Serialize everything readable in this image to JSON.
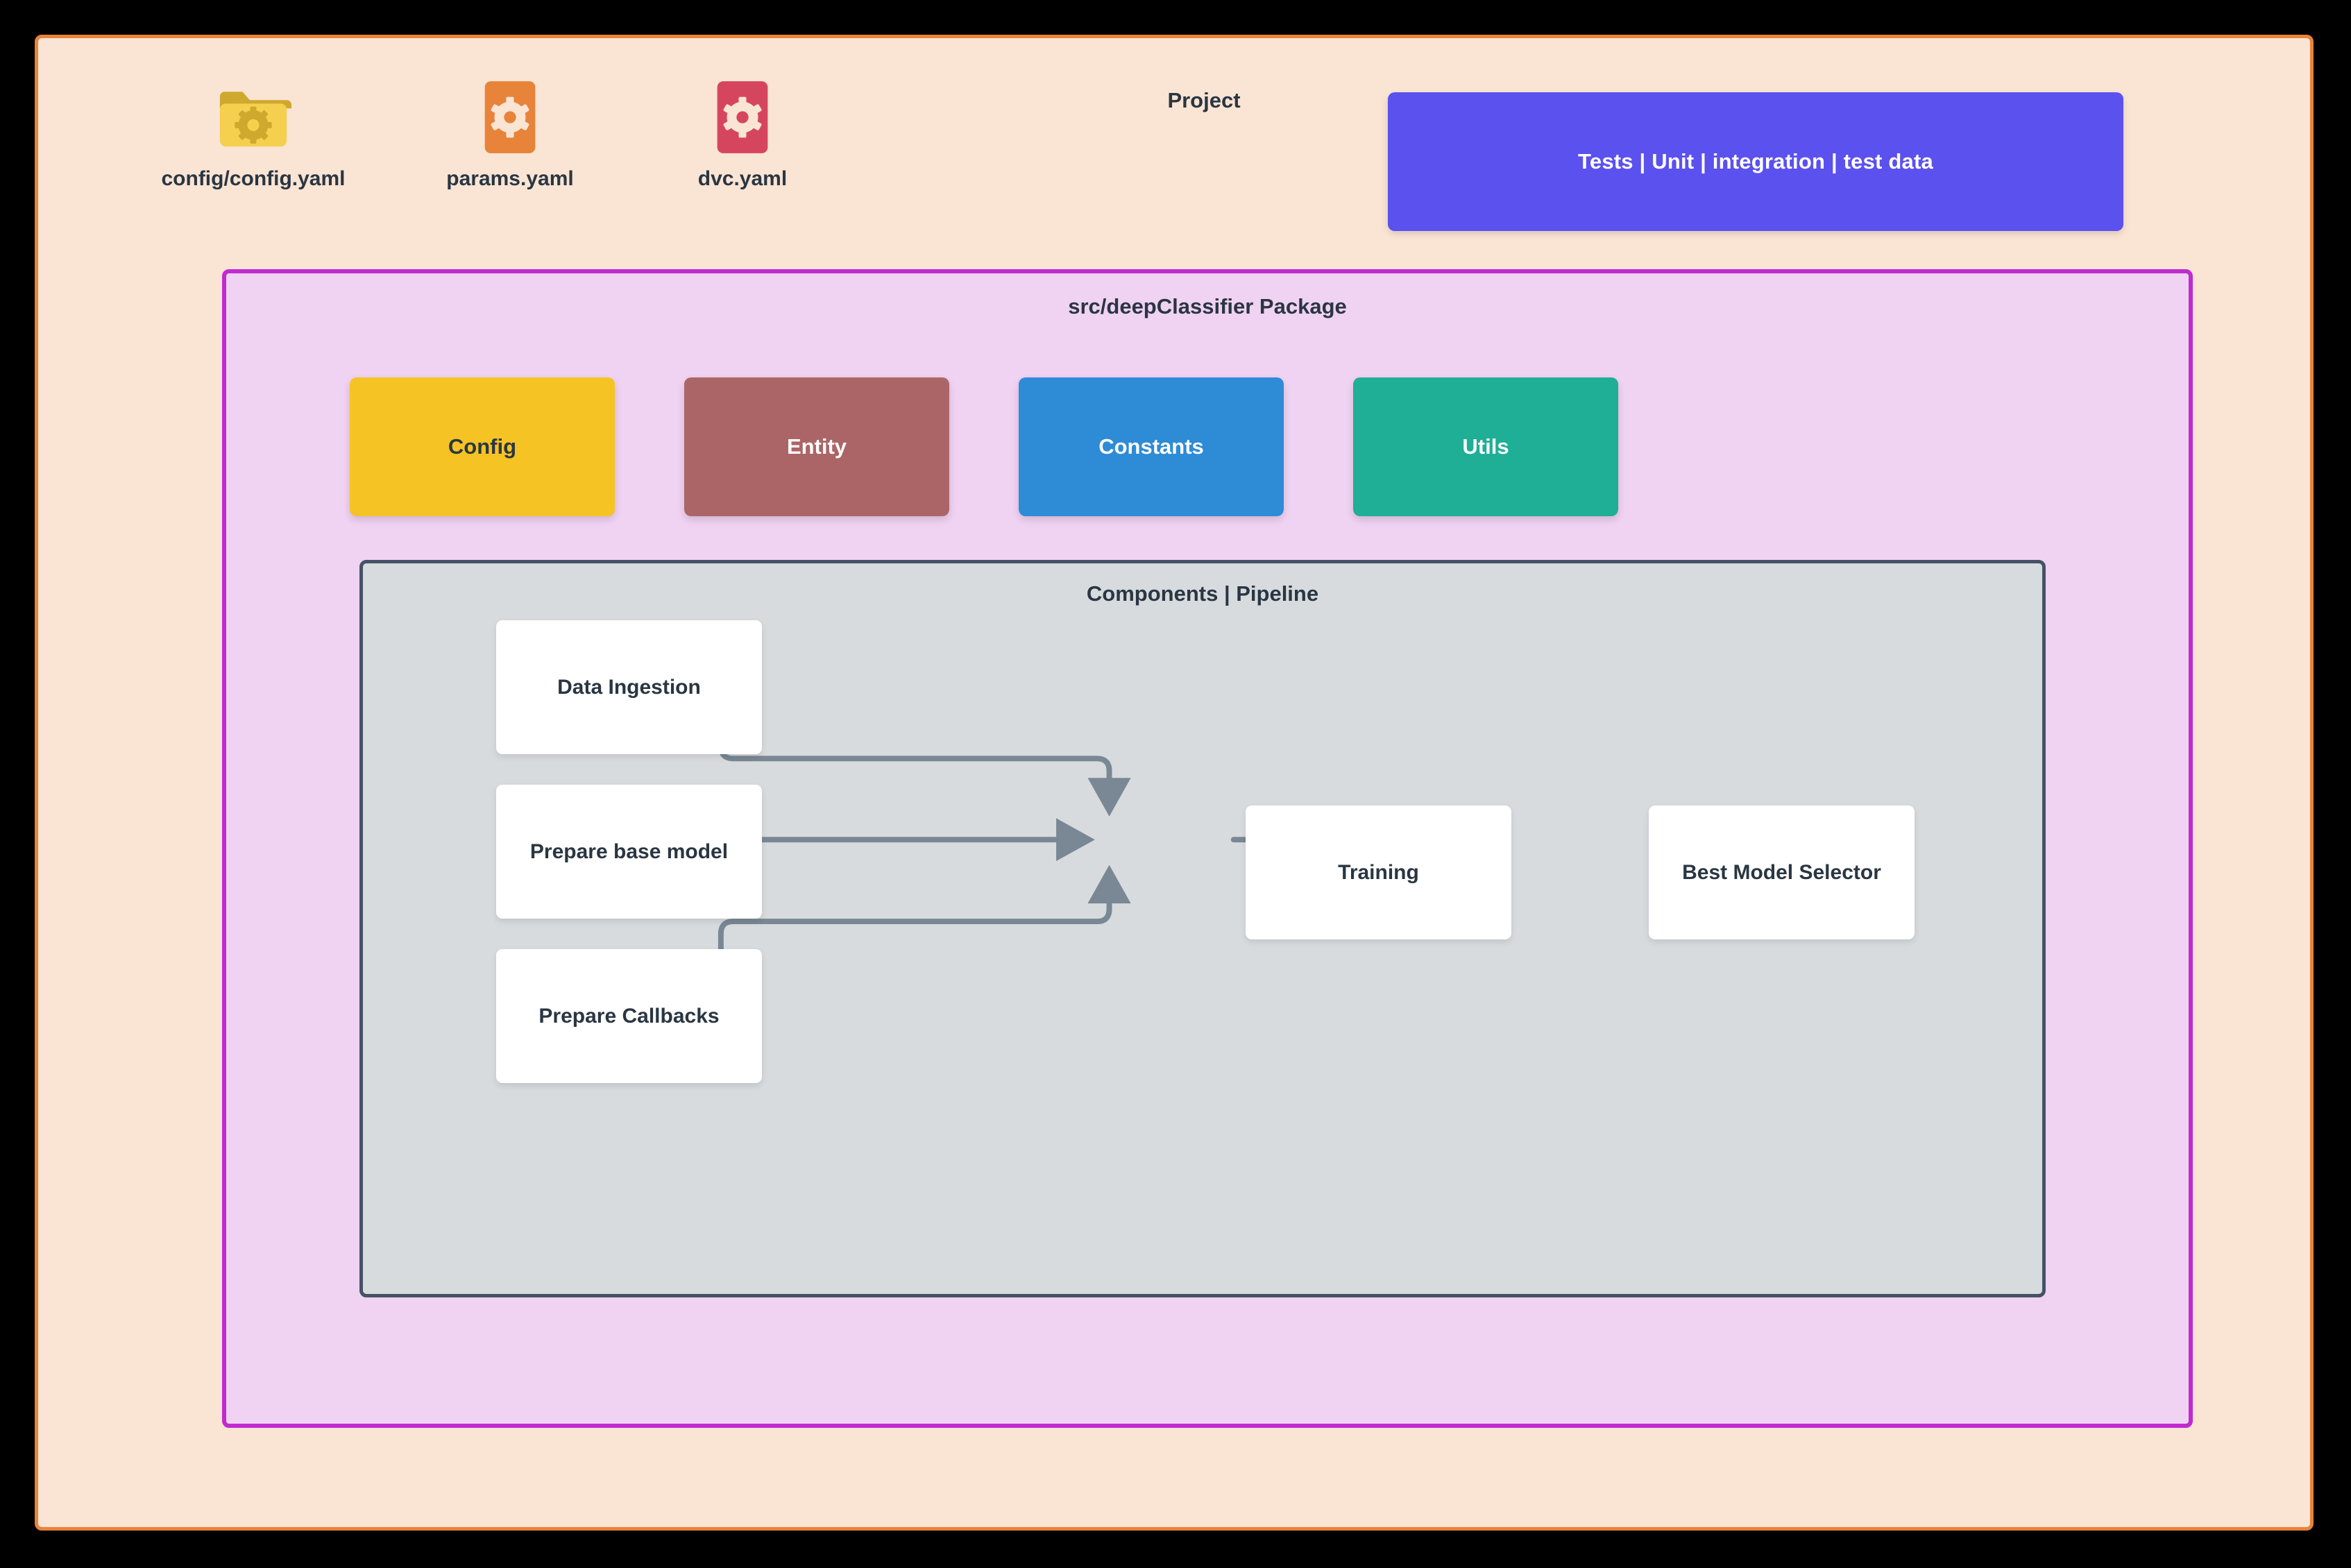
{
  "page": {
    "title": "Project",
    "canvas_bg": "#FAE4D4",
    "canvas_border": "#E8833A"
  },
  "files": [
    {
      "label": "config/config.yaml",
      "icon": "folder-gear-icon",
      "color": "#F5D04E"
    },
    {
      "label": "params.yaml",
      "icon": "file-gear-icon",
      "color": "#E8833A"
    },
    {
      "label": "dvc.yaml",
      "icon": "file-gear-icon",
      "color": "#D6455E"
    }
  ],
  "tests": {
    "label": "Tests | Unit | integration | test data",
    "color": "#5B51EE"
  },
  "package": {
    "title": "src/deepClassifier Package",
    "bg": "#F0D2F2",
    "border": "#C02BD0",
    "modules": [
      {
        "label": "Config",
        "color": "#F6C324",
        "text_color": "#2A3642"
      },
      {
        "label": "Entity",
        "color": "#AC6566",
        "text_color": "#FFFFFF"
      },
      {
        "label": "Constants",
        "color": "#2E8BD6",
        "text_color": "#FFFFFF"
      },
      {
        "label": "Utils",
        "color": "#1FAE96",
        "text_color": "#FFFFFF"
      }
    ]
  },
  "pipeline": {
    "title": "Components | Pipeline",
    "bg": "#D7DBDE",
    "border": "#455265",
    "arrow_color": "#7A8794",
    "nodes": [
      {
        "label": "Data Ingestion"
      },
      {
        "label": "Prepare base model"
      },
      {
        "label": "Training"
      },
      {
        "label": "Best Model Selector"
      },
      {
        "label": "Prepare Callbacks"
      }
    ],
    "edges": [
      {
        "from": "Data Ingestion",
        "to": "Training"
      },
      {
        "from": "Prepare base model",
        "to": "Training"
      },
      {
        "from": "Prepare Callbacks",
        "to": "Training"
      },
      {
        "from": "Training",
        "to": "Best Model Selector"
      }
    ]
  }
}
